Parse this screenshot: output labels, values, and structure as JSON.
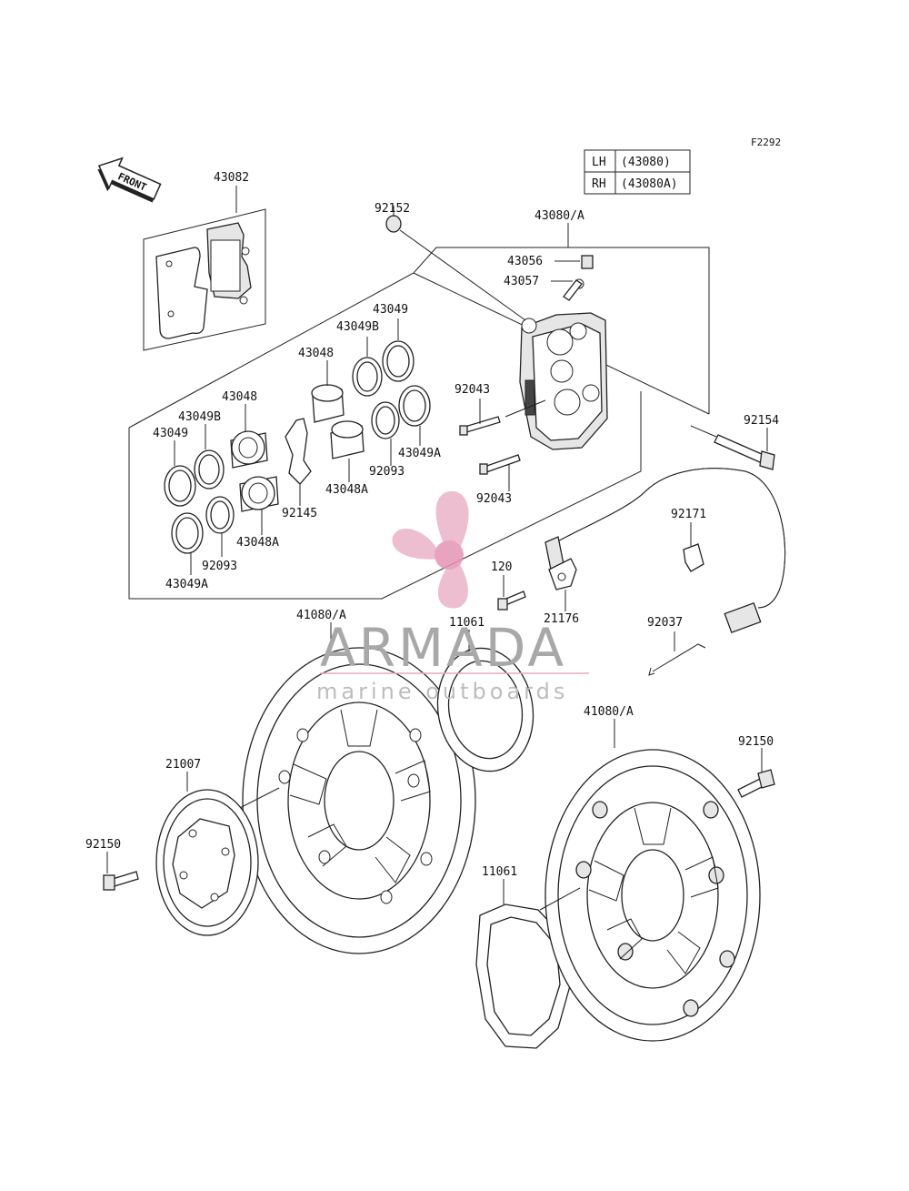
{
  "figure_code": "F2292",
  "direction_label": "FRONT",
  "side_table": {
    "rows": [
      {
        "side": "LH",
        "part": "(43080)"
      },
      {
        "side": "RH",
        "part": "(43080A)"
      }
    ]
  },
  "callouts": {
    "c43082": "43082",
    "c92152": "92152",
    "c43080A": "43080/A",
    "c43056": "43056",
    "c43057": "43057",
    "c43049_top": "43049",
    "c43049B_top": "43049B",
    "c43048_top": "43048",
    "c43048_left": "43048",
    "c43049B_left": "43049B",
    "c43049_left": "43049",
    "c92043_top": "92043",
    "c92154": "92154",
    "c43049A_mid": "43049A",
    "c92093_mid": "92093",
    "c43048A_mid": "43048A",
    "c92145": "92145",
    "c92043_bottom": "92043",
    "c92171": "92171",
    "c43048A_low": "43048A",
    "c92093_low": "92093",
    "c43049A_low": "43049A",
    "c120": "120",
    "c21176": "21176",
    "c41080A_left": "41080/A",
    "c11061_top": "11061",
    "c92037": "92037",
    "c41080A_right": "41080/A",
    "c92150_right": "92150",
    "c21007": "21007",
    "c92150_left": "92150",
    "c11061_bottom": "11061"
  },
  "watermark": {
    "title": "ARMADA",
    "subtitle": "marine outboards",
    "colors": {
      "logo": "#e9a9c0",
      "text": "#a8a8a8"
    }
  }
}
